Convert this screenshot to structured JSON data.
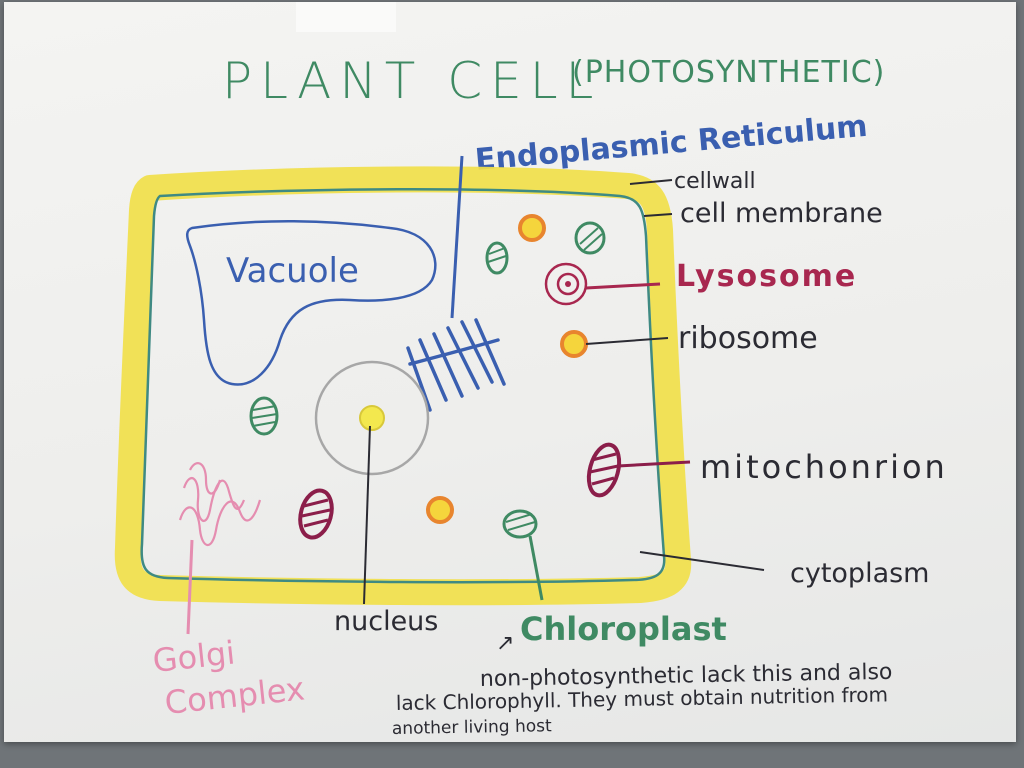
{
  "title": "PLANT CELL",
  "subtitle": "(PHOTOSYNTHETIC)",
  "labels": {
    "endoplasmic_reticulum": "Endoplasmic Reticulum",
    "cell_wall": "cellwall",
    "cell_membrane": "cell membrane",
    "lysosome": "Lysosome",
    "ribosome": "ribosome",
    "mitochondrion": "mitochonrion",
    "cytoplasm": "cytoplasm",
    "vacuole": "Vacuole",
    "nucleus": "nucleus",
    "golgi_line1": "Golgi",
    "golgi_line2": "Complex",
    "chloroplast": "Chloroplast",
    "arrow": "↗"
  },
  "note": {
    "line1": "non-photosynthetic lack this and also",
    "line2": "lack Chlorophyll. They must obtain nutrition from",
    "line3": "another living host"
  },
  "colors": {
    "title": "#3f8a63",
    "er_label": "#3a5fb0",
    "lysosome": "#a8274f",
    "black_ink": "#2b2b33",
    "golgi": "#e58db0",
    "chloroplast": "#3f8a63",
    "cell_wall": "#f1e04a",
    "membrane": "#3f8a83",
    "vacuole": "#3a5fb0",
    "ribosome": "#e8852e",
    "mitochondrion": "#8b1e4a"
  }
}
